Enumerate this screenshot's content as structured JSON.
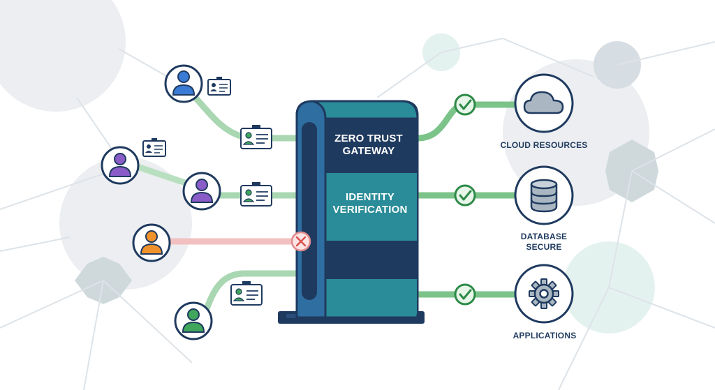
{
  "gateway": {
    "title_line1": "ZERO TRUST",
    "title_line2": "GATEWAY",
    "subtitle_line1": "IDENTITY",
    "subtitle_line2": "VERIFICATION"
  },
  "resources": {
    "cloud_label": "CLOUD RESOURCES",
    "database_label_line1": "DATABASE",
    "database_label_line2": "SECURE",
    "applications_label": "APPLICATIONS"
  },
  "icons": {
    "user_icon": "user-avatar-icon",
    "badge_icon": "id-badge-icon",
    "check_icon": "check-circle-icon",
    "deny_icon": "x-circle-icon",
    "cloud_icon": "cloud-icon",
    "database_icon": "database-icon",
    "gear_icon": "gear-icon"
  },
  "colors": {
    "navy": "#1f3a5f",
    "teal": "#2a8c98",
    "allow_green": "#7cc38a",
    "deny_red": "#f1b9b9",
    "blue_user": "#3a7bd5",
    "purple_user": "#8a5cc7",
    "orange_user": "#f0922b",
    "green_user": "#3fa65c"
  }
}
